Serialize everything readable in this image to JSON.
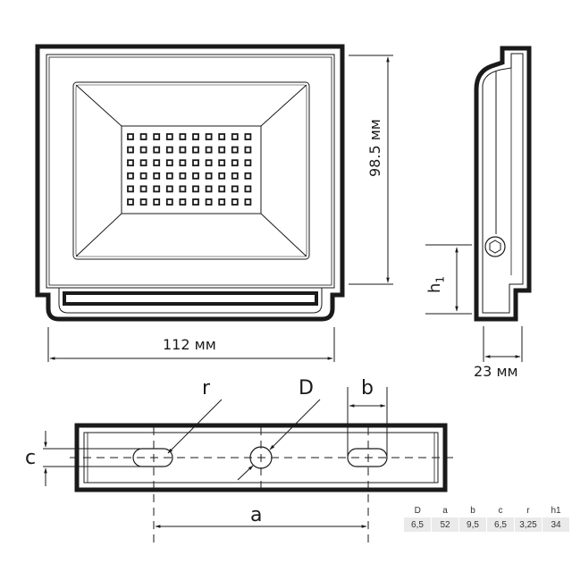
{
  "front_view": {
    "width_label": "112 мм",
    "height_label": "98.5 мм",
    "led_grid": {
      "columns": 10,
      "rows": 6
    }
  },
  "side_view": {
    "depth_label": "23 мм",
    "h1_label": "h",
    "h1_sub": "1"
  },
  "bracket_view": {
    "labels": {
      "r": "r",
      "D": "D",
      "b": "b",
      "c": "c",
      "a": "a"
    }
  },
  "spec_table": {
    "headers": [
      "D",
      "a",
      "b",
      "c",
      "r",
      "h1"
    ],
    "values": [
      "6,5",
      "52",
      "9,5",
      "6,5",
      "3,25",
      "34"
    ]
  },
  "colors": {
    "line": "#1a1a1a",
    "table_bg": "#eaeaea"
  }
}
